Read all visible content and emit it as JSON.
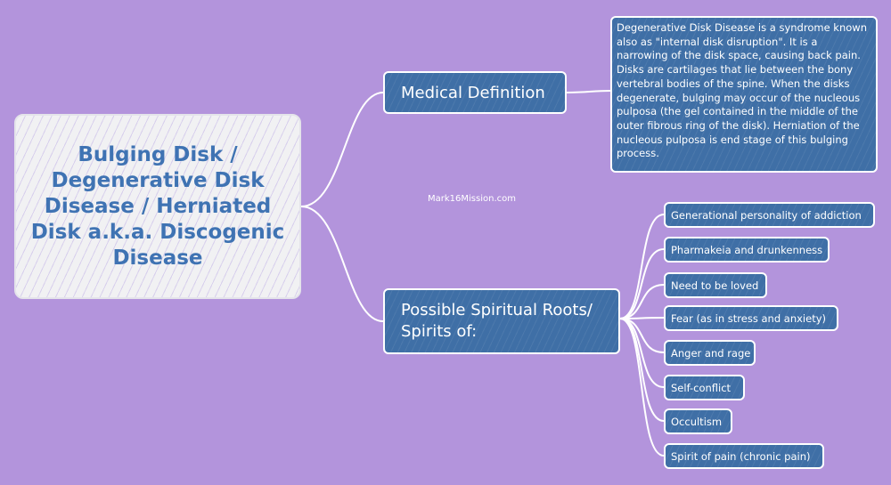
{
  "central": {
    "title": "Bulging Disk / Degenerative Disk Disease / Herniated Disk a.k.a. Discogenic Disease"
  },
  "medical": {
    "title": "Medical Definition",
    "definition": "Degenerative Disk Disease is a syndrome known also as \"internal disk disruption\". It is a narrowing of the disk space, causing back pain. Disks are cartilages that lie between the bony vertebral bodies of the spine. When the disks degenerate, bulging may occur of the nucleous pulposa (the gel contained in the middle of the outer fibrous ring of the disk). Herniation of the nucleous pulposa is end stage of this bulging process."
  },
  "spiritual": {
    "title": "Possible Spiritual Roots/ Spirits of:",
    "roots": [
      "Generational personality of addiction",
      "Pharmakeia and drunkenness",
      "Need to be loved",
      "Fear (as in stress and anxiety)",
      "Anger and rage",
      "Self-conflict",
      "Occultism",
      "Spirit of pain (chronic pain)"
    ]
  },
  "watermark": "Mark16Mission.com",
  "colors": {
    "background": "#b394dc",
    "node_fill": "#3f6fa6",
    "central_fill": "#f1f1f3",
    "central_text": "#3f73b3",
    "connector": "#ffffff"
  }
}
